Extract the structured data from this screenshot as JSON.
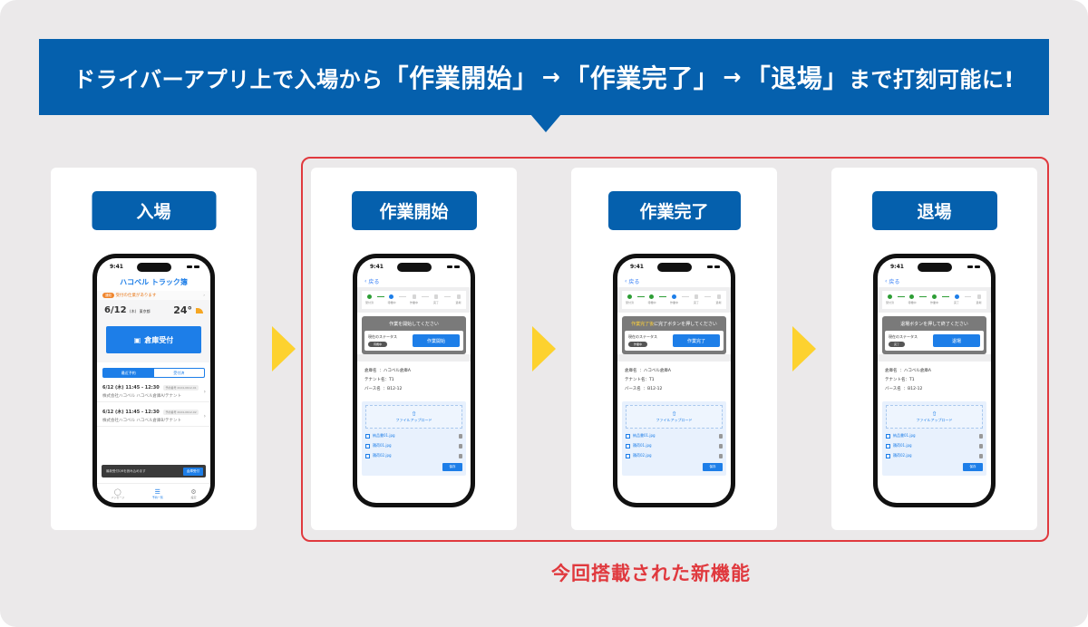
{
  "banner": {
    "prefix": "ドライバーアプリ上で入場から",
    "step1": "「作業開始」",
    "arrow1": "→",
    "step2": "「作業完了」",
    "arrow2": "→",
    "step3": "「退場」",
    "suffix": "まで打刻可能に!"
  },
  "caption": "今回搭載された新機能",
  "colors": {
    "brand_blue": "#0560ad",
    "accent_red": "#e0393e",
    "arrow_yellow": "#fdd22f",
    "app_blue": "#1d7ee8"
  },
  "cards": [
    {
      "label": "入場"
    },
    {
      "label": "作業開始"
    },
    {
      "label": "作業完了"
    },
    {
      "label": "退場"
    }
  ],
  "entry_phone": {
    "time": "9:41",
    "logo": "ハコベル トラック簿",
    "notice_tag": "通知",
    "notice_text": "受付の仕業があります",
    "date": "6/12",
    "weekday": "(木)",
    "location": "東京都",
    "temperature": "24°",
    "entry_button": "倉庫受付",
    "tabs": [
      "最近予約",
      "受付済"
    ],
    "reservations": [
      {
        "datetime": "6/12 (木) 11:45 - 12:30",
        "badge": "予約番号 2024-0612-01",
        "company": "株式会社ハコベル ハコベル倉庫A/テナント"
      },
      {
        "datetime": "6/12 (木) 11:45 - 12:30",
        "badge": "予約番号 2024-0612-02",
        "company": "株式会社ハコベル ハコベル倉庫B/テナント"
      }
    ],
    "toast_text": "最新受付QRを読み込めます",
    "toast_button": "倉庫受付",
    "tabbar": [
      {
        "icon": "message-icon",
        "glyph": "💬",
        "label": "メッセージ"
      },
      {
        "icon": "list-icon",
        "glyph": "☰",
        "label": "予約一覧"
      },
      {
        "icon": "gear-icon",
        "glyph": "⚙",
        "label": "設定"
      }
    ]
  },
  "step_labels": [
    "受付済",
    "待機中",
    "作業中",
    "完了",
    "退場"
  ],
  "flow_phones": [
    {
      "time": "9:41",
      "back": "戻る",
      "progress": [
        "done",
        "current",
        "todo",
        "todo",
        "todo"
      ],
      "prompt_highlight": "",
      "prompt": "作業を開始してください",
      "status_label": "現在のステータス",
      "status_pill": "待機中",
      "action": "作業開始"
    },
    {
      "time": "9:41",
      "back": "戻る",
      "progress": [
        "done",
        "done",
        "current",
        "todo",
        "todo"
      ],
      "prompt_highlight": "作業完了後",
      "prompt": "に完了ボタンを押してください",
      "status_label": "現在のステータス",
      "status_pill": "作業中",
      "action": "作業完了"
    },
    {
      "time": "9:41",
      "back": "戻る",
      "progress": [
        "done",
        "done",
        "done",
        "current",
        "todo"
      ],
      "prompt_highlight": "",
      "prompt": "退場ボタンを押して終了ください",
      "status_label": "現在のステータス",
      "status_pill": "完了",
      "action": "退場"
    }
  ],
  "info": {
    "warehouse_label": "倉庫名",
    "warehouse": "ハコベル倉庫A",
    "tenant_label": "テナント名",
    "tenant": "T1",
    "berth_label": "バース名",
    "berth": "B12-12"
  },
  "upload": {
    "label": "ファイルアップロード",
    "files": [
      "納品書01.jpg",
      "積荷01.jpg",
      "積荷02.jpg"
    ],
    "save": "保存"
  }
}
